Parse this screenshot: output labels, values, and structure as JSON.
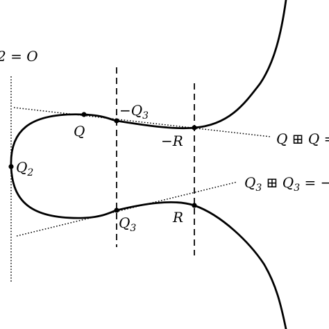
{
  "labels": {
    "top_left": "2 = O",
    "neg_q3": "−Q",
    "neg_q3_sub": "3",
    "q": "Q",
    "neg_r": "−R",
    "q_box_q": "Q ⊞ Q =",
    "q2": "Q",
    "q2_sub": "2",
    "q3_box_q3": "Q",
    "q3_box_q3_sub": "3",
    "q3_box_q3_rest": " ⊞ Q",
    "q3_box_q3_sub2": "3",
    "q3_box_q3_tail": " = −",
    "q3": "Q",
    "q3_sub": "3",
    "r": "R"
  },
  "colors": {
    "ink": "#000000",
    "background": "#ffffff"
  }
}
